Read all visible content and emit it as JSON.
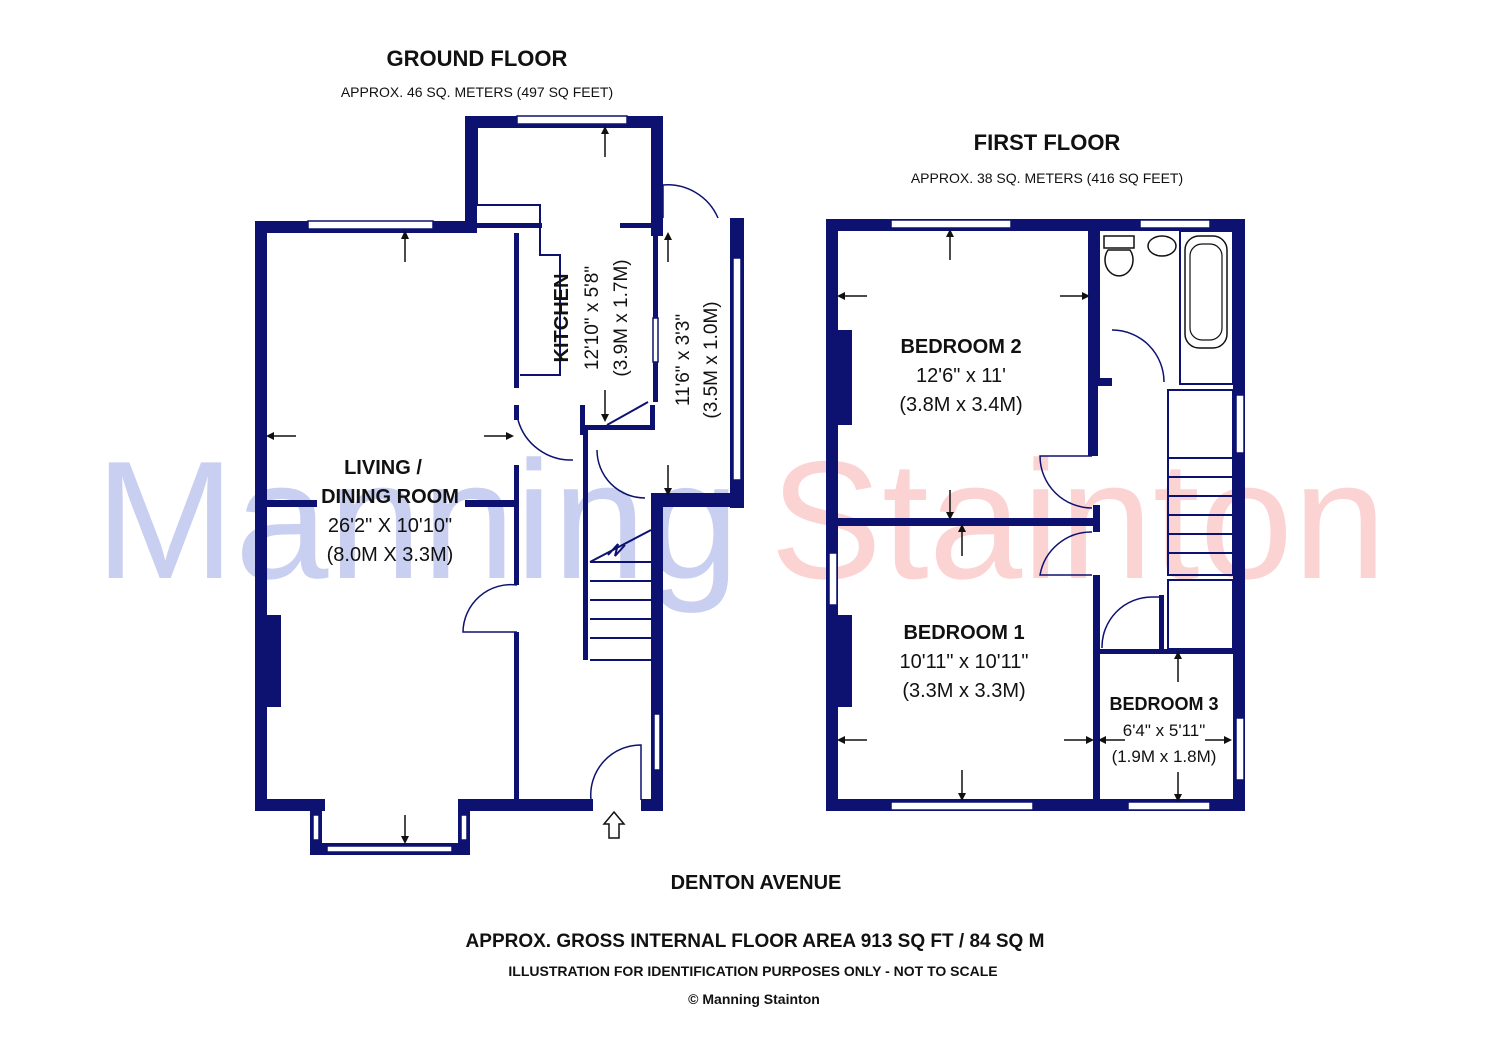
{
  "ground_floor": {
    "title": "GROUND FLOOR",
    "area": "APPROX. 46 SQ. METERS (497 SQ FEET)",
    "rooms": {
      "living": {
        "name_line1": "LIVING /",
        "name_line2": "DINING ROOM",
        "dims_imperial": "26'2\" X 10'10\"",
        "dims_metric": "(8.0M X 3.3M)"
      },
      "kitchen": {
        "name": "KITCHEN",
        "dims_imperial": "12'10\" x 5'8\"",
        "dims_metric": "(3.9M x 1.7M)"
      },
      "lobby": {
        "dims_imperial": "11'6\" x 3'3\"",
        "dims_metric": "(3.5M x 1.0M)"
      }
    }
  },
  "first_floor": {
    "title": "FIRST FLOOR",
    "area": "APPROX. 38 SQ. METERS (416 SQ FEET)",
    "rooms": {
      "bedroom2": {
        "name": "BEDROOM 2",
        "dims_imperial": "12'6\" x 11'",
        "dims_metric": "(3.8M x 3.4M)"
      },
      "bedroom1": {
        "name": "BEDROOM 1",
        "dims_imperial": "10'11\" x 10'11\"",
        "dims_metric": "(3.3M x 3.3M)"
      },
      "bedroom3": {
        "name": "BEDROOM 3",
        "dims_imperial": "6'4\" x 5'11\"",
        "dims_metric": "(1.9M x 1.8M)"
      }
    }
  },
  "street": "DENTON AVENUE",
  "gross_area": "APPROX. GROSS INTERNAL FLOOR AREA 913 SQ FT / 84 SQ M",
  "disclaimer": "ILLUSTRATION FOR IDENTIFICATION PURPOSES ONLY - NOT TO SCALE",
  "copyright": "© Manning Stainton",
  "watermark": {
    "part1": "Manning",
    "part2": "Stainton",
    "color1": "#c9cff0",
    "color2": "#fbd3d3"
  },
  "colors": {
    "wall": "#0d1270"
  }
}
